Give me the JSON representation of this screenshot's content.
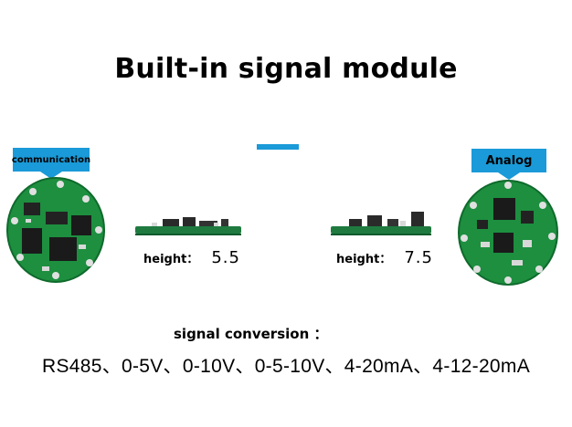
{
  "title": "Built-in signal module",
  "left_module": {
    "tag": "communication",
    "height_label": "height：",
    "height_value": "5.5"
  },
  "right_module": {
    "tag": "Analog",
    "height_label": "height：",
    "height_value": "7.5"
  },
  "signal_conversion": {
    "label": "signal conversion ：",
    "values": "RS485、0-5V、0-10V、0-5-10V、4-20mA、4-12-20mA"
  },
  "colors": {
    "accent": "#1a9ad8",
    "pcb_green": "#1d8f3f"
  }
}
